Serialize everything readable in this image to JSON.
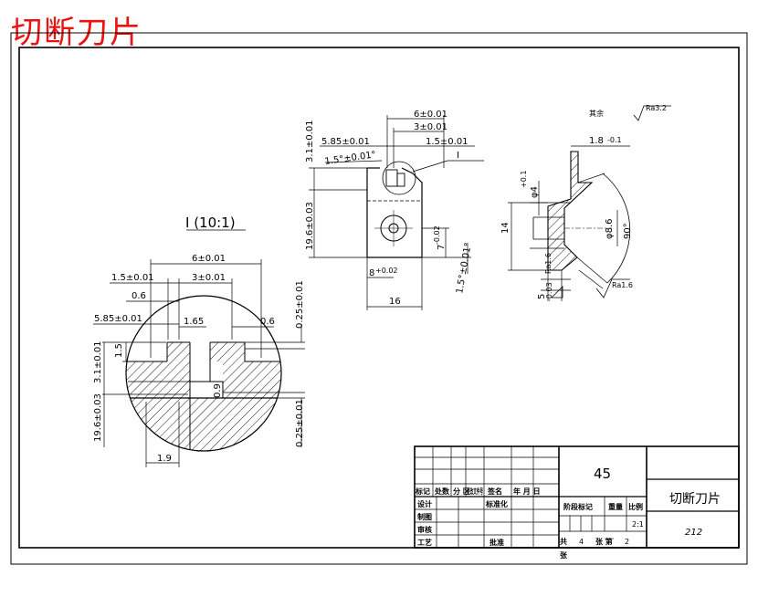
{
  "page_title": "切断刀片",
  "detail": {
    "title": "I (10:1)"
  },
  "detail_dims": {
    "w6": "6±0.01",
    "w1_5": "1.5±0.01",
    "w3": "3±0.01",
    "d0_6a": "0.6",
    "d0_6b": "0.6",
    "d5_85": "5.85±0.01",
    "d1_65": "1.65",
    "d1_5": "1.5",
    "d3_1": "3.1±0.01",
    "d19_6": "19.6±0.03",
    "d0_9": "0.9",
    "d1_9": "1.9",
    "d0_25a": "0.25±0.01",
    "d0_25b": "0.25±0.01"
  },
  "front_dims": {
    "w6": "6±0.01",
    "w3": "3±0.01",
    "d5_85": "5.85±0.01",
    "d1_5": "1.5±0.01",
    "ang1": "1.5°±0.01°",
    "d3_1": "3.1±0.01",
    "d19_6": "19.6±0.03",
    "leader_I": "I",
    "d7": "7",
    "d7_tol": "-0.02",
    "d8": "8",
    "d8_tol": "+0.02",
    "ang2": "1.5°±0.01°",
    "d16": "16"
  },
  "side_dims": {
    "others": "其余",
    "ra_main": "Ra3.2",
    "d1_8": "1.8",
    "d1_8_tol": "-0.1",
    "d4": "φ4",
    "d4_tol": "+0.1",
    "d14": "14",
    "d8_6": "φ8.6",
    "ang90": "90°",
    "ra1": "Ra1.6",
    "ra2": "Ra1.6",
    "d5": "5",
    "d5_tol": "-0.03"
  },
  "title_block": {
    "material": "45",
    "part_name": "切断刀片",
    "drawing_no": "212",
    "scale": "2:1",
    "hdr_mark": "标记",
    "hdr_count": "处数",
    "hdr_zone": "分 区",
    "hdr_change": "更改文件号",
    "hdr_sign": "签名",
    "hdr_date": "年 月 日",
    "designer": "设计",
    "drafter": "制图",
    "checker": "审核",
    "process": "工艺",
    "standardize": "标准化",
    "approve": "批准",
    "stage": "阶段标记",
    "weight": "重量",
    "ratio": "比例",
    "sheets_total": "共",
    "sheets_total_n": "4",
    "sheets_label": "张 第",
    "sheet_no": "2",
    "sheets_suffix": "张"
  }
}
